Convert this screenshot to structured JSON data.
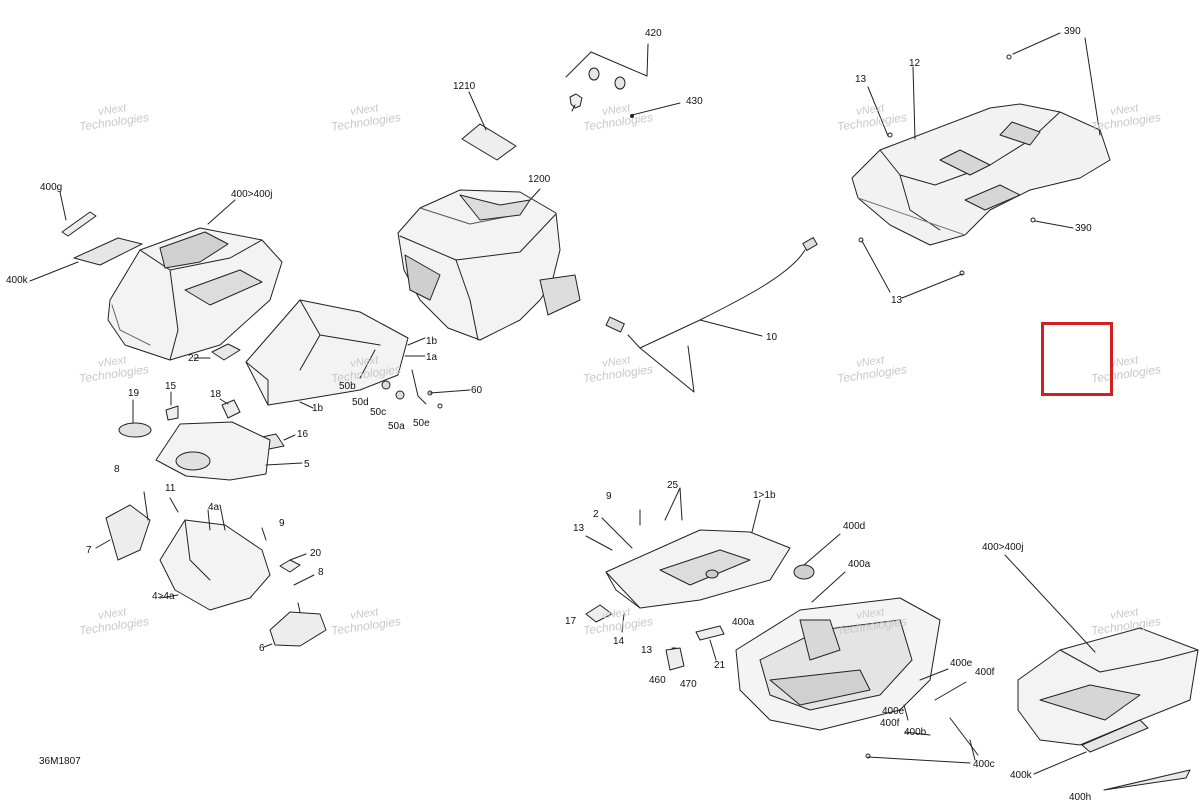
{
  "figure_id": "36M1807",
  "watermark": {
    "line1": "vNext",
    "line2": "Technologies"
  },
  "colors": {
    "line": "#222222",
    "fill": "#f2f2f2",
    "shade": "#d4d4d4",
    "highlight": "#d21f1f"
  },
  "labels": {
    "l420": "420",
    "l430": "430",
    "l1210": "1210",
    "l1200": "1200",
    "l390a": "390",
    "l390b": "390",
    "l13a": "13",
    "l12": "12",
    "l13b": "13",
    "l400g": "400g",
    "l400to400j": "400>400j",
    "l400k": "400k",
    "l10": "10",
    "l22": "22",
    "l1b_a": "1b",
    "l1a": "1a",
    "l50b": "50b",
    "l50d": "50d",
    "l50c": "50c",
    "l50a": "50a",
    "l50e": "50e",
    "l60": "60",
    "l1b_b": "1b",
    "l15": "15",
    "l18": "18",
    "l19": "19",
    "l16": "16",
    "l5": "5",
    "l8a": "8",
    "l11": "11",
    "l4a": "4a",
    "l7": "7",
    "l9a": "9",
    "l20": "20",
    "l8b": "8",
    "l4to4a": "4>4a",
    "l6": "6",
    "l9b": "9",
    "l25": "25",
    "l1to1b": "1>1b",
    "l2": "2",
    "l13c": "13",
    "l400d": "400d",
    "l400a_r": "400a",
    "l400a_l": "400a",
    "l17": "17",
    "l14": "14",
    "l13d": "13",
    "l21": "21",
    "l460": "460",
    "l470": "470",
    "l400to400j_b": "400>400j",
    "l400e_a": "400e",
    "l400f_a": "400f",
    "l400e_b": "400e",
    "l400f_b": "400f",
    "l400b": "400b",
    "l400c": "400c",
    "l400k_b": "400k",
    "l400h": "400h"
  }
}
